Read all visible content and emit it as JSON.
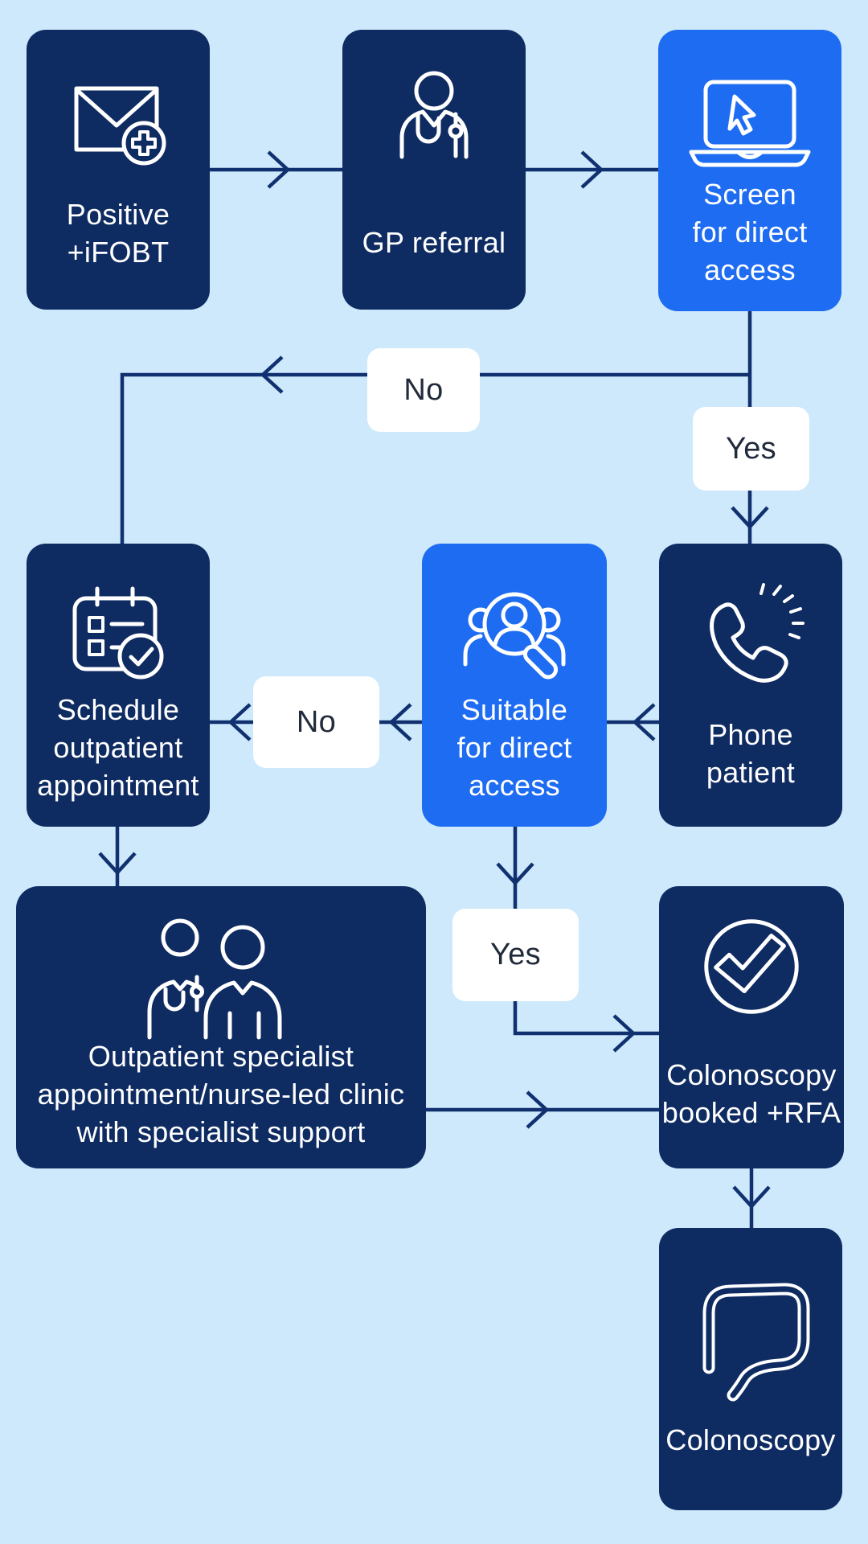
{
  "colors": {
    "background": "#cde9fb",
    "node_dark": "#0e2b62",
    "node_bright": "#1e6cf2",
    "connector": "#11306f",
    "node_text": "#ffffff",
    "decision_bg": "#ffffff",
    "decision_text": "#212b3b"
  },
  "nodes": {
    "positive": {
      "label": "Positive\n+iFOBT",
      "icon": "envelope-plus-icon",
      "variant": "dark"
    },
    "gp": {
      "label": "GP referral",
      "icon": "doctor-icon",
      "variant": "dark"
    },
    "screen": {
      "label": "Screen\nfor direct\naccess",
      "icon": "laptop-cursor-icon",
      "variant": "bright"
    },
    "schedule": {
      "label": "Schedule\noutpatient\nappointment",
      "icon": "calendar-check-icon",
      "variant": "dark"
    },
    "suitable": {
      "label": "Suitable\nfor direct\naccess",
      "icon": "search-people-icon",
      "variant": "bright"
    },
    "phone": {
      "label": "Phone\npatient",
      "icon": "phone-ringing-icon",
      "variant": "dark"
    },
    "outpatient": {
      "label": "Outpatient specialist\nappointment/nurse-led clinic\nwith specialist support",
      "icon": "two-people-icon",
      "variant": "dark"
    },
    "booked": {
      "label": "Colonoscopy\nbooked +RFA",
      "icon": "check-circle-icon",
      "variant": "dark"
    },
    "colonoscopy": {
      "label": "Colonoscopy",
      "icon": "colon-icon",
      "variant": "dark"
    }
  },
  "decision_labels": {
    "screen_no": "No",
    "screen_yes": "Yes",
    "suitable_no": "No",
    "suitable_yes": "Yes"
  },
  "edges": [
    {
      "from": "positive",
      "to": "gp"
    },
    {
      "from": "gp",
      "to": "screen"
    },
    {
      "from": "screen",
      "to": "phone",
      "label": "Yes"
    },
    {
      "from": "screen",
      "to": "schedule",
      "label": "No"
    },
    {
      "from": "phone",
      "to": "suitable"
    },
    {
      "from": "suitable",
      "to": "schedule",
      "label": "No"
    },
    {
      "from": "suitable",
      "to": "booked",
      "label": "Yes"
    },
    {
      "from": "schedule",
      "to": "outpatient"
    },
    {
      "from": "outpatient",
      "to": "booked"
    },
    {
      "from": "booked",
      "to": "colonoscopy"
    }
  ]
}
